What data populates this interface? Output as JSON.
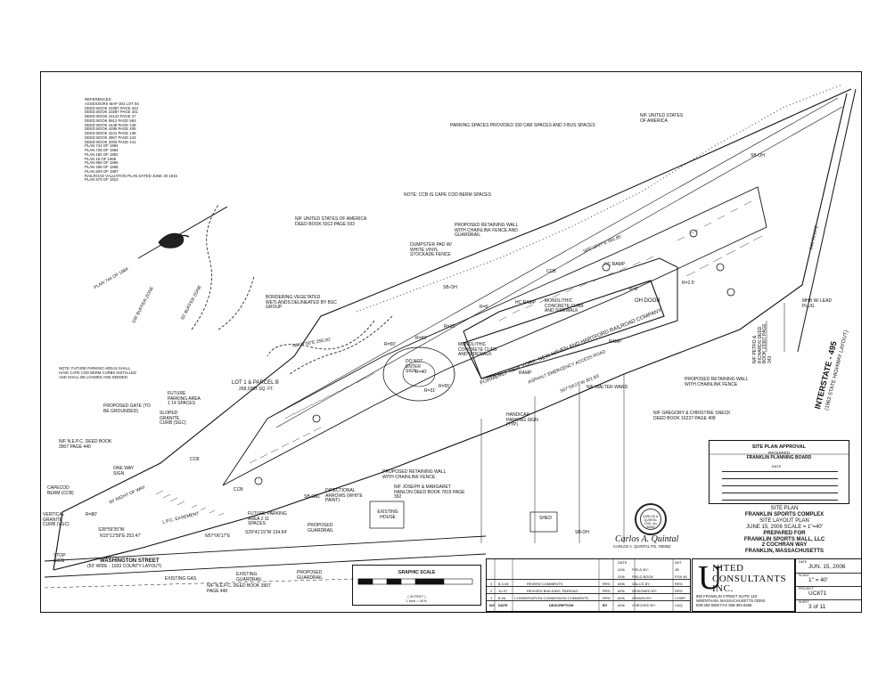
{
  "references": {
    "heading": "REFERENCES:",
    "items": [
      "ASSESSORS MAP 304 LOT 84",
      "DEED BOOK 23387 PAGE 343",
      "DEED BOOK 23387 PAGE 341",
      "DEED BOOK 24143 PAGE 27",
      "DEED BOOK 5912 PAGE 593",
      "DEED BOOK 4448 PAGE 148",
      "DEED BOOK 4295 PAGE 405",
      "DEED BOOK 4241 PAGE 138",
      "DEED BOOK 3907 PAGE 443",
      "DEED BOOK 2000 PAGE 441",
      "PLAN 744 OF 1984",
      "PLAN 728 OF 1984",
      "PLAN 180 OF 1882",
      "PLAN 18 OF 1966",
      "PLAN 968 OF 1966",
      "PLAN 288 OF 1968",
      "PLAN 829 OF 1987",
      "RAILROAD VALUATION PLAN DATED JUNE 30 1915",
      "PLAN 579 OF 1913"
    ]
  },
  "plan_notes": {
    "parking_spaces": "PARKING SPACES PROVIDED 330 CAR SPACES AND 3 BUS SPACES",
    "ccb_note": "NOTE: CCB IS CAPE COD BERM SPACES",
    "future_parking_note": "NOTE: FUTURE PARKING AREAS SHALL HAVE CAPE COD BERM CURBS INSTALLED AND SHALL BE LOAMED AND SEEDED.",
    "plan_744": "PLAN 744 OF 1984",
    "buffer_100": "100' BUFFER ZONE",
    "buffer_50": "50' BUFFER ZONE"
  },
  "labels": {
    "nf_us_top": "N/F UNITED STATES OF AMERICA",
    "nf_us_deed": "N/F UNITED STATES OF AMERICA DEED BOOK 5912 PAGE 593",
    "retaining_wall_top": "PROPOSED RETAINING WALL WITH CHAINLINK FENCE AND GUARDRAIL",
    "dumpster": "DUMPSTER PAD W/ WHITE VINYL STOCKADE FENCE",
    "wetlands": "BORDERING VEGETATED WETLANDS DELINEATED BY BSC GROUP",
    "lot": "LOT 1 & PARCEL B",
    "lot_area": "268,038± SQ. FT.",
    "monolithic_1": "MONOLITHIC CONCRETE CURB AND SIDEWALK",
    "monolithic_2": "MONOLITHIC CONCRETE CURB AND SIDEWALK",
    "railroad": "FORMERLY NEW YORK, NEW HAVEN AND HARTFORD RAILROAD COMPANY",
    "emergency": "ASPHALT EMERGENCY ACCESS ROAD",
    "hc_ramp": "HC RAMP",
    "ramp": "RAMP",
    "oh_door": "OH DOOR",
    "do_not_enter": "DO NOT ENTER SIGN",
    "future_parking_1": "FUTURE PARKING AREA 1 14 SPACES",
    "proposed_gate": "PROPOSED GATE (TO BE GROUNDED)",
    "sloped_curb": "SLOPED GRANITE CURB (SGC)",
    "nf_nepc_1": "N/F N.E.P.C. DEED BOOK 3907 PAGE 440",
    "one_way": "ONE WAY SIGN",
    "capecod_berm": "CAPECOD BERM (CCB)",
    "vertical_curb": "VERTICAL GRANITE CURB (VGC)",
    "stop_sign": "STOP SIGN",
    "row_50": "50' RIGHT OF WAY",
    "easement": "L.P.C. EASEMENT",
    "future_parking_2": "FUTURE PARKING AREA 2 11 SPACES",
    "directional": "DIRECTIONAL ARROWS (WHITE PAINT)",
    "proposed_guardrail": "PROPOSED GUARDRAIL",
    "retaining_wall_mid": "PROPOSED RETAINING WALL WITH CHAINLINK FENCE",
    "hanlon": "N/F JOSEPH & MARGARET HANLON DEED BOOK 7819 PAGE 392",
    "handicap_sign": "HANDICAP PARKING SIGN (TYP)",
    "walter_ward": "N/F WALTER WARD",
    "retaining_wall_right": "PROPOSED RETAINING WALL WITH CHAINLINK FENCE",
    "sneck": "N/F GREGORY & CHRISTINE SNECK DEED BOOK 16227 PAGE 408",
    "petro": "N/F PETRO & RICHARDS DEED BOOK 23387 PAGE 343",
    "mhb": "MHB W/ LEAD PLUG",
    "interstate": "INTERSTATE - 495",
    "interstate_sub": "(1963 STATE HIGHWAY LAYOUT)",
    "existing_house": "EXISTING HOUSE",
    "shed": "SHED",
    "washington": "WASHINGTON STREET",
    "washington_sub": "(50' WIDE - 1933 COUNTY LAYOUT)",
    "existing_gas": "EXISTING GAS",
    "existing_guardrail": "EXISTING GUARDRAIL",
    "nf_nepc_2": "N/F N.E.P.C. DEED BOOK 3907 PAGE 440",
    "proposed_guardrail_2": "PROPOSED GUARDRAIL",
    "bearing_1": "N5°37'00\"E 255.00'",
    "bearing_2": "N15°12'59\"E 253.47'",
    "bearing_3": "S28°59'35\"W",
    "bearing_4": "S29°41'15\"W 134.64'",
    "bearing_5": "N57°06'17\"E",
    "bearing_6": "S07°59'27\"W 301.83'",
    "bearing_7": "N65°18'27\"E 581.85'",
    "bearing_8": "S46°26'10\"E",
    "dim_1": "R=50'",
    "dim_2": "R=5'",
    "dim_3": "R=2'",
    "dim_4": "R=2.5'",
    "dim_5": "R=10'",
    "dim_6": "R=60'",
    "dim_7": "R=55'",
    "dim_8": "R=31'",
    "dim_9": "R=80'",
    "dim_10": "R=40'",
    "sb_oh": "SB-OH",
    "ccb": "CCB",
    "sb_oel": "SB-OEL"
  },
  "approval": {
    "title": "SITE PLAN APPROVAL",
    "required": "REQUIRED",
    "board": "FRANKLIN PLANNING BOARD",
    "date_label": "DATE"
  },
  "title_block": {
    "kind": "SITE PLAN",
    "project": "FRANKLIN SPORTS COMPLEX",
    "sheet_title": "SITE LAYOUT PLAN",
    "date_scale": "JUNE 15, 2006     SCALE = 1\"=40'",
    "prepared_for": "PREPARED FOR",
    "client": "FRANKLIN SPORTS MALL, LLC",
    "address": "2 COCHRAN WAY",
    "city": "FRANKLIN, MASSACHUSETTS"
  },
  "stamp": {
    "text": "CARLOS A. QUINTAL CIVIL No. 36082",
    "signature": "Carlos A. Quintal",
    "caption": "CARLOS A. QUINTAL P.E. #36082"
  },
  "graphic_scale": {
    "title": "GRAPHIC SCALE",
    "unit": "( IN FEET )",
    "ratio": "1 inch = 40 ft."
  },
  "revisions": {
    "rows": [
      {
        "no": "3",
        "date": "8-3-06",
        "desc": "REVIEW COMMENTS",
        "by": "RRG"
      },
      {
        "no": "2",
        "date": "12-07",
        "desc": "REVISED BUILDING, PARKING",
        "by": "RRG"
      },
      {
        "no": "1",
        "date": "8-06",
        "desc": "CONSERVATION COMMISSION COMMENTS",
        "by": "RRG"
      }
    ],
    "header": {
      "no": "NO",
      "date": "DATE",
      "desc": "DESCRIPTION",
      "by": "BY"
    },
    "right": [
      {
        "date": "DATE",
        "field": "",
        "init": "INIT."
      },
      {
        "date": "2/06",
        "field": "FIELD BY:",
        "init": "JB"
      },
      {
        "date": "2/06",
        "field": "FIELD BOOK",
        "init": "PG# 48"
      },
      {
        "date": "6/06",
        "field": "CALCS BY:",
        "init": "RRG"
      },
      {
        "date": "6/06",
        "field": "DESIGNED BY:",
        "init": "RRG"
      },
      {
        "date": "6/06",
        "field": "DRAWN BY:",
        "init": "COMP"
      },
      {
        "date": "6/06",
        "field": "CHECKED BY:",
        "init": "CAQ"
      }
    ]
  },
  "firm": {
    "letter": "U",
    "name_1": "NITED",
    "name_2": "CONSULTANTS",
    "name_3": "INC.",
    "address": "850 FRANKLIN STREET  SUITE 11D",
    "city": "WRENTHAM, MASSACHUSETTS 02093",
    "phone": "508-384-6560   FAX 508-384-6566"
  },
  "sheet_info": {
    "date_label": "DATE",
    "date": "JUN. 15, 2006",
    "scale_label": "SCALE",
    "scale": "1\" = 40'",
    "project_label": "PROJECT",
    "project": "UC871",
    "sheet_label": "SHEET",
    "sheet": "3 of 11"
  }
}
